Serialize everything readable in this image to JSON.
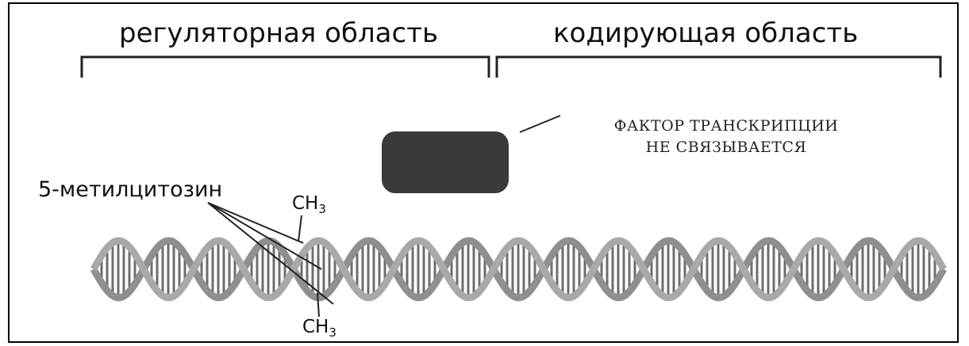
{
  "regions": {
    "regulatory": "регуляторная область",
    "coding": "кодирующая область"
  },
  "transcription_factor": {
    "line1": "ФАКТОР ТРАНСКРИПЦИИ",
    "line2": "НЕ СВЯЗЫВАЕТСЯ"
  },
  "methylation": {
    "label": "5-метилцитозин",
    "group_top": "CH",
    "group_top_sub": "3",
    "group_bottom": "CH",
    "group_bottom_sub": "3"
  },
  "colors": {
    "protein_block": "#3a3a3a",
    "dna_strand": "#8f8f8f",
    "dna_rungs": "#6e6e6e",
    "frame": "#000000"
  }
}
